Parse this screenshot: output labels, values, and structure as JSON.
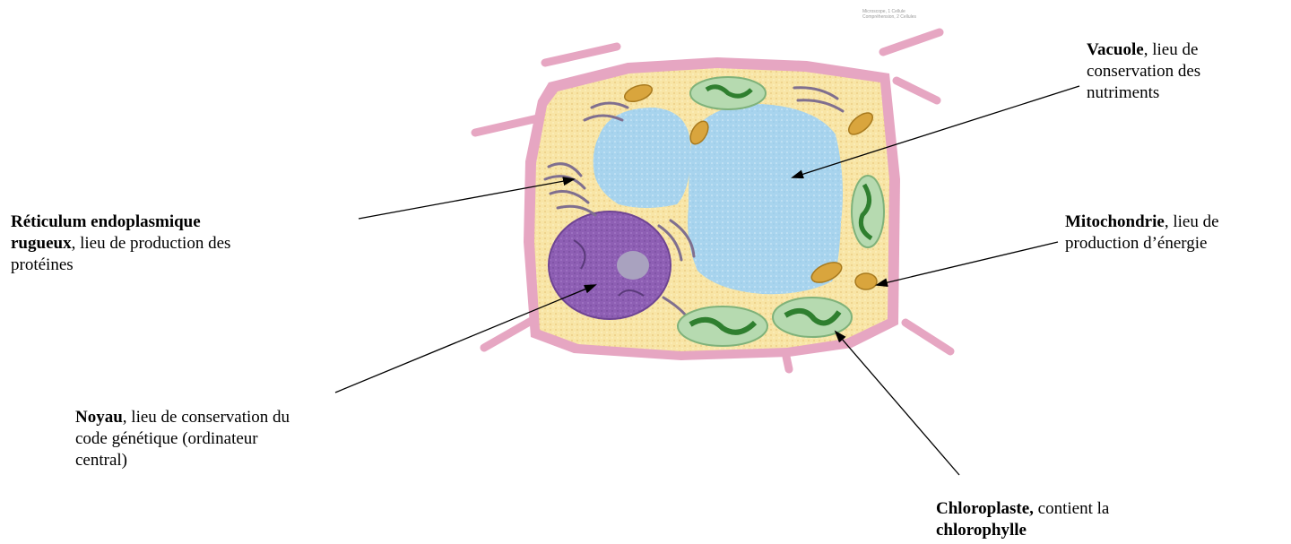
{
  "diagram": {
    "credit_lines": [
      "Microscope, 1 Cellule",
      "Compréhension, 2 Cellules"
    ],
    "colors": {
      "cell_wall": "#e6a6c2",
      "cytoplasm": "#f8e5a6",
      "vacuole": "#a8d4ee",
      "nucleus": "#8e5fb4",
      "nucleolus": "#a9a2bf",
      "chloroplast_outer": "#b6dab0",
      "chloroplast_inner": "#2f7f2f",
      "mitochondria": "#d9a53d",
      "reticulum": "#7f6f8f",
      "arrow": "#000000"
    },
    "labels": {
      "vacuole": {
        "bold": "Vacuole",
        "line1": ", lieu de",
        "line2": "conservation des",
        "line3": "nutriments"
      },
      "reticulum": {
        "bold1": "Réticulum endoplasmique",
        "bold2": "rugueux",
        "line2": ", lieu de production des",
        "line3": "protéines"
      },
      "mitochondria": {
        "bold": "Mitochondrie",
        "line1": ", lieu de",
        "line2": "production d’énergie"
      },
      "noyau": {
        "bold": "Noyau",
        "line1": ", lieu de conservation du",
        "line2": "code génétique (ordinateur",
        "line3": "central)"
      },
      "chloroplaste": {
        "bold": "Chloroplaste,",
        "line1": " contient la",
        "bold2": "chlorophylle"
      }
    }
  }
}
